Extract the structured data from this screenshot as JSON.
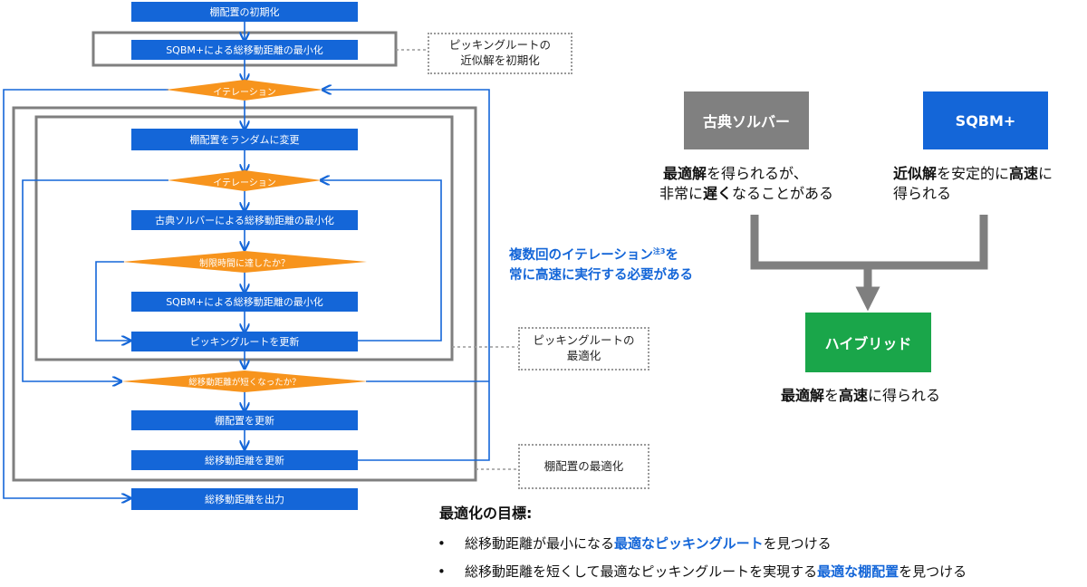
{
  "flowchart": {
    "init_shelf": "棚配置の初期化",
    "sqbm_min_1": "SQBM+による総移動距離の最小化",
    "outer_iteration": "イテレーション",
    "random_shelf": "棚配置をランダムに変更",
    "inner_iteration": "イテレーション",
    "classic_min": "古典ソルバーによる総移動距離の最小化",
    "time_limit": "制限時間に達したか？",
    "sqbm_min_2": "SQBM+による総移動距離の最小化",
    "update_route": "ピッキングルートを更新",
    "shorter_check": "総移動距離が短くなったか？",
    "update_shelf": "棚配置を更新",
    "update_distance": "総移動距離を更新",
    "output": "総移動距離を出力"
  },
  "notes": {
    "route_init": [
      "ピッキングルートの",
      "近似解を初期化"
    ],
    "route_opt": [
      "ピッキングルートの",
      "最適化"
    ],
    "shelf_opt": "棚配置の最適化",
    "iteration_note": {
      "line1": "複数回のイテレーション",
      "footnote": "注3",
      "suffix": "を",
      "line2": "常に高速に実行する必要がある"
    }
  },
  "comparison": {
    "classic": {
      "label": "古典ソルバー",
      "desc_line1": {
        "b1": "最適解",
        "t1": "を得られるが、"
      },
      "desc_line2": {
        "t1": "非常に",
        "b1": "遅く",
        "t2": "なることがある"
      }
    },
    "sqbm": {
      "label": "SQBM+",
      "desc_line1": {
        "b1": "近似解",
        "t1": "を安定的に",
        "b2": "高速",
        "t2": "に"
      },
      "desc_line2": "得られる"
    },
    "hybrid": {
      "label": "ハイブリッド",
      "desc": {
        "b1": "最適解",
        "t1": "を",
        "b2": "高速",
        "t2": "に得られる"
      }
    }
  },
  "goals": {
    "title": "最適化の目標:",
    "bullet": "•",
    "items": [
      {
        "pre": "総移動距離が最小になる",
        "hl": "最適なピッキングルート",
        "post": "を見つける"
      },
      {
        "pre": "総移動距離を短くして最適なピッキングルートを実現する",
        "hl": "最適な棚配置",
        "post": "を見つける"
      }
    ]
  },
  "colors": {
    "blue": "#1466d8",
    "orange": "#f7941d",
    "gray": "#808080",
    "green": "#1aa64a",
    "arrow_gray": "#7f7f7f"
  }
}
